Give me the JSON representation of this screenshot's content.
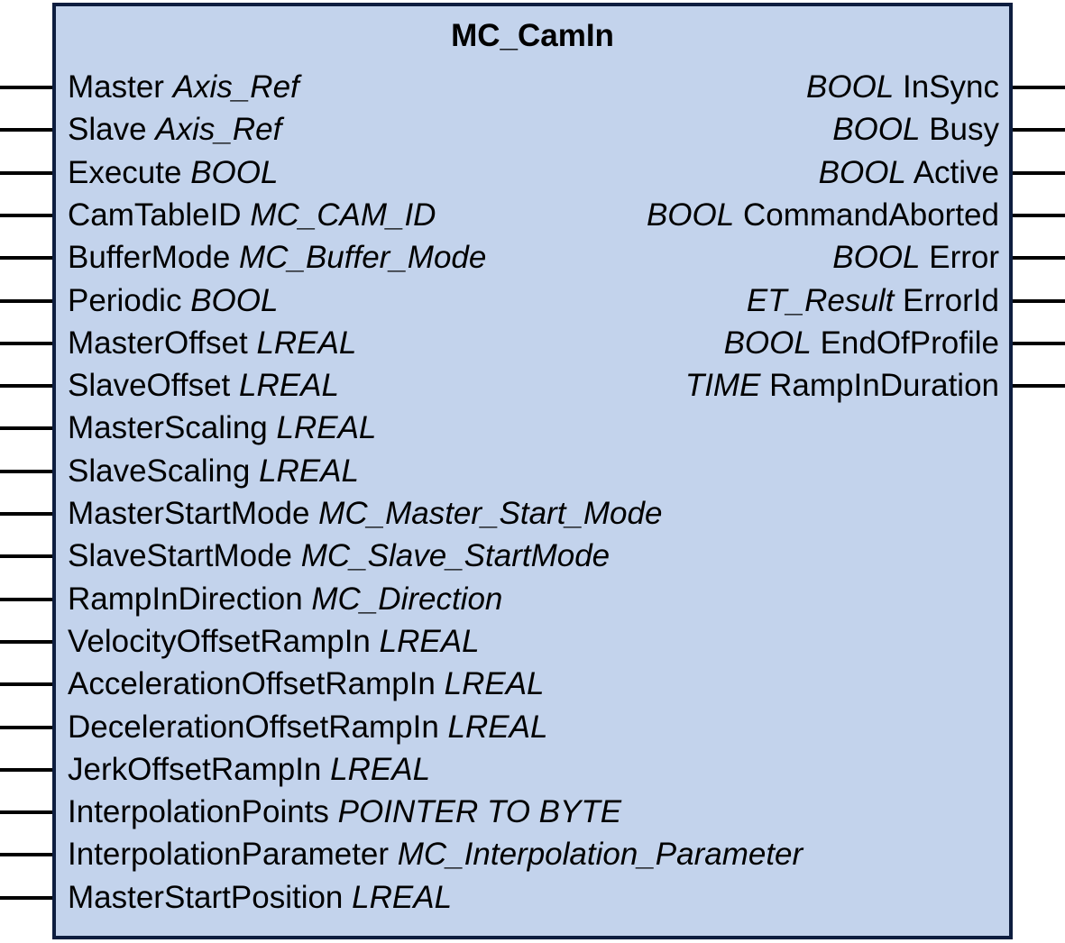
{
  "block": {
    "name": "MC_CamIn",
    "colors": {
      "fill": "#c3d3ec",
      "border": "#0d1d3f",
      "wire": "#000000"
    }
  },
  "inputs": [
    {
      "name": "Master",
      "type": "Axis_Ref"
    },
    {
      "name": "Slave",
      "type": "Axis_Ref"
    },
    {
      "name": "Execute",
      "type": "BOOL"
    },
    {
      "name": "CamTableID",
      "type": "MC_CAM_ID"
    },
    {
      "name": "BufferMode",
      "type": "MC_Buffer_Mode"
    },
    {
      "name": "Periodic",
      "type": "BOOL"
    },
    {
      "name": "MasterOffset",
      "type": "LREAL"
    },
    {
      "name": "SlaveOffset",
      "type": "LREAL"
    },
    {
      "name": "MasterScaling",
      "type": "LREAL"
    },
    {
      "name": "SlaveScaling",
      "type": "LREAL"
    },
    {
      "name": "MasterStartMode",
      "type": "MC_Master_Start_Mode"
    },
    {
      "name": "SlaveStartMode",
      "type": "MC_Slave_StartMode"
    },
    {
      "name": "RampInDirection",
      "type": "MC_Direction"
    },
    {
      "name": "VelocityOffsetRampIn",
      "type": "LREAL"
    },
    {
      "name": "AccelerationOffsetRampIn",
      "type": "LREAL"
    },
    {
      "name": "DecelerationOffsetRampIn",
      "type": "LREAL"
    },
    {
      "name": "JerkOffsetRampIn",
      "type": "LREAL"
    },
    {
      "name": "InterpolationPoints",
      "type": "POINTER TO BYTE"
    },
    {
      "name": "InterpolationParameter",
      "type": "MC_Interpolation_Parameter"
    },
    {
      "name": "MasterStartPosition",
      "type": "LREAL"
    }
  ],
  "outputs": [
    {
      "type": "BOOL",
      "name": "InSync"
    },
    {
      "type": "BOOL",
      "name": "Busy"
    },
    {
      "type": "BOOL",
      "name": "Active"
    },
    {
      "type": "BOOL",
      "name": "CommandAborted"
    },
    {
      "type": "BOOL",
      "name": "Error"
    },
    {
      "type": "ET_Result",
      "name": "ErrorId"
    },
    {
      "type": "BOOL",
      "name": "EndOfProfile"
    },
    {
      "type": "TIME",
      "name": "RampInDuration"
    }
  ]
}
